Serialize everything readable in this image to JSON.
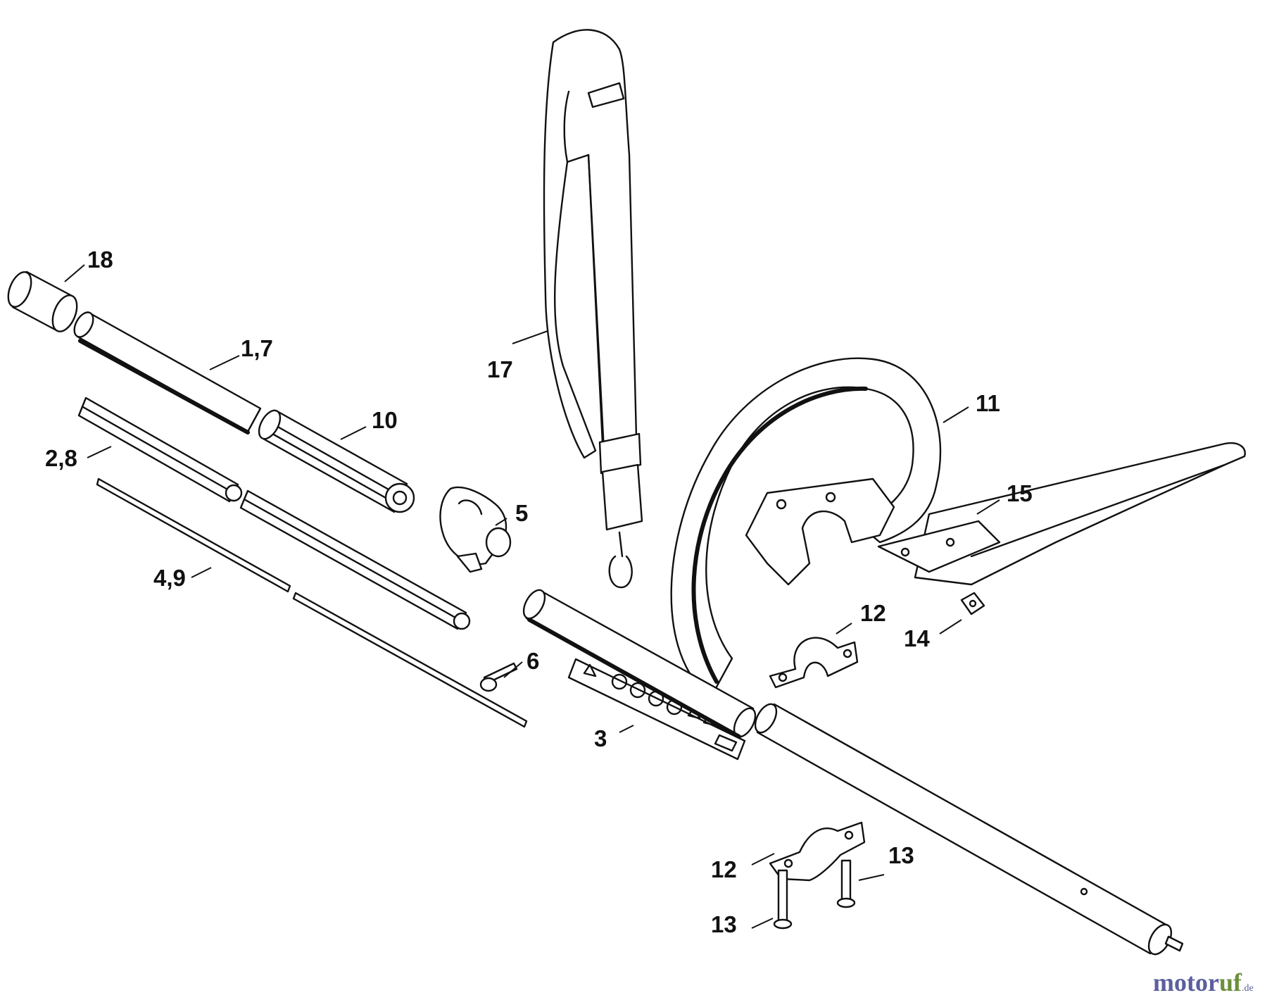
{
  "callouts": {
    "c18": "18",
    "c17": "17",
    "c1_7": "1,7",
    "c10": "10",
    "c11": "11",
    "c2_8": "2,8",
    "c5": "5",
    "c15": "15",
    "c4_9": "4,9",
    "c12_top": "12",
    "c14": "14",
    "c6": "6",
    "c3": "3",
    "c13_right": "13",
    "c12_bottom": "12",
    "c13_left": "13"
  },
  "brand": {
    "name_part1": "motor",
    "name_part2": "uf",
    "tld": ".de"
  },
  "colors": {
    "line": "#111111",
    "brand_blue": "#5b5f9e",
    "brand_green": "#6b8f3a"
  }
}
